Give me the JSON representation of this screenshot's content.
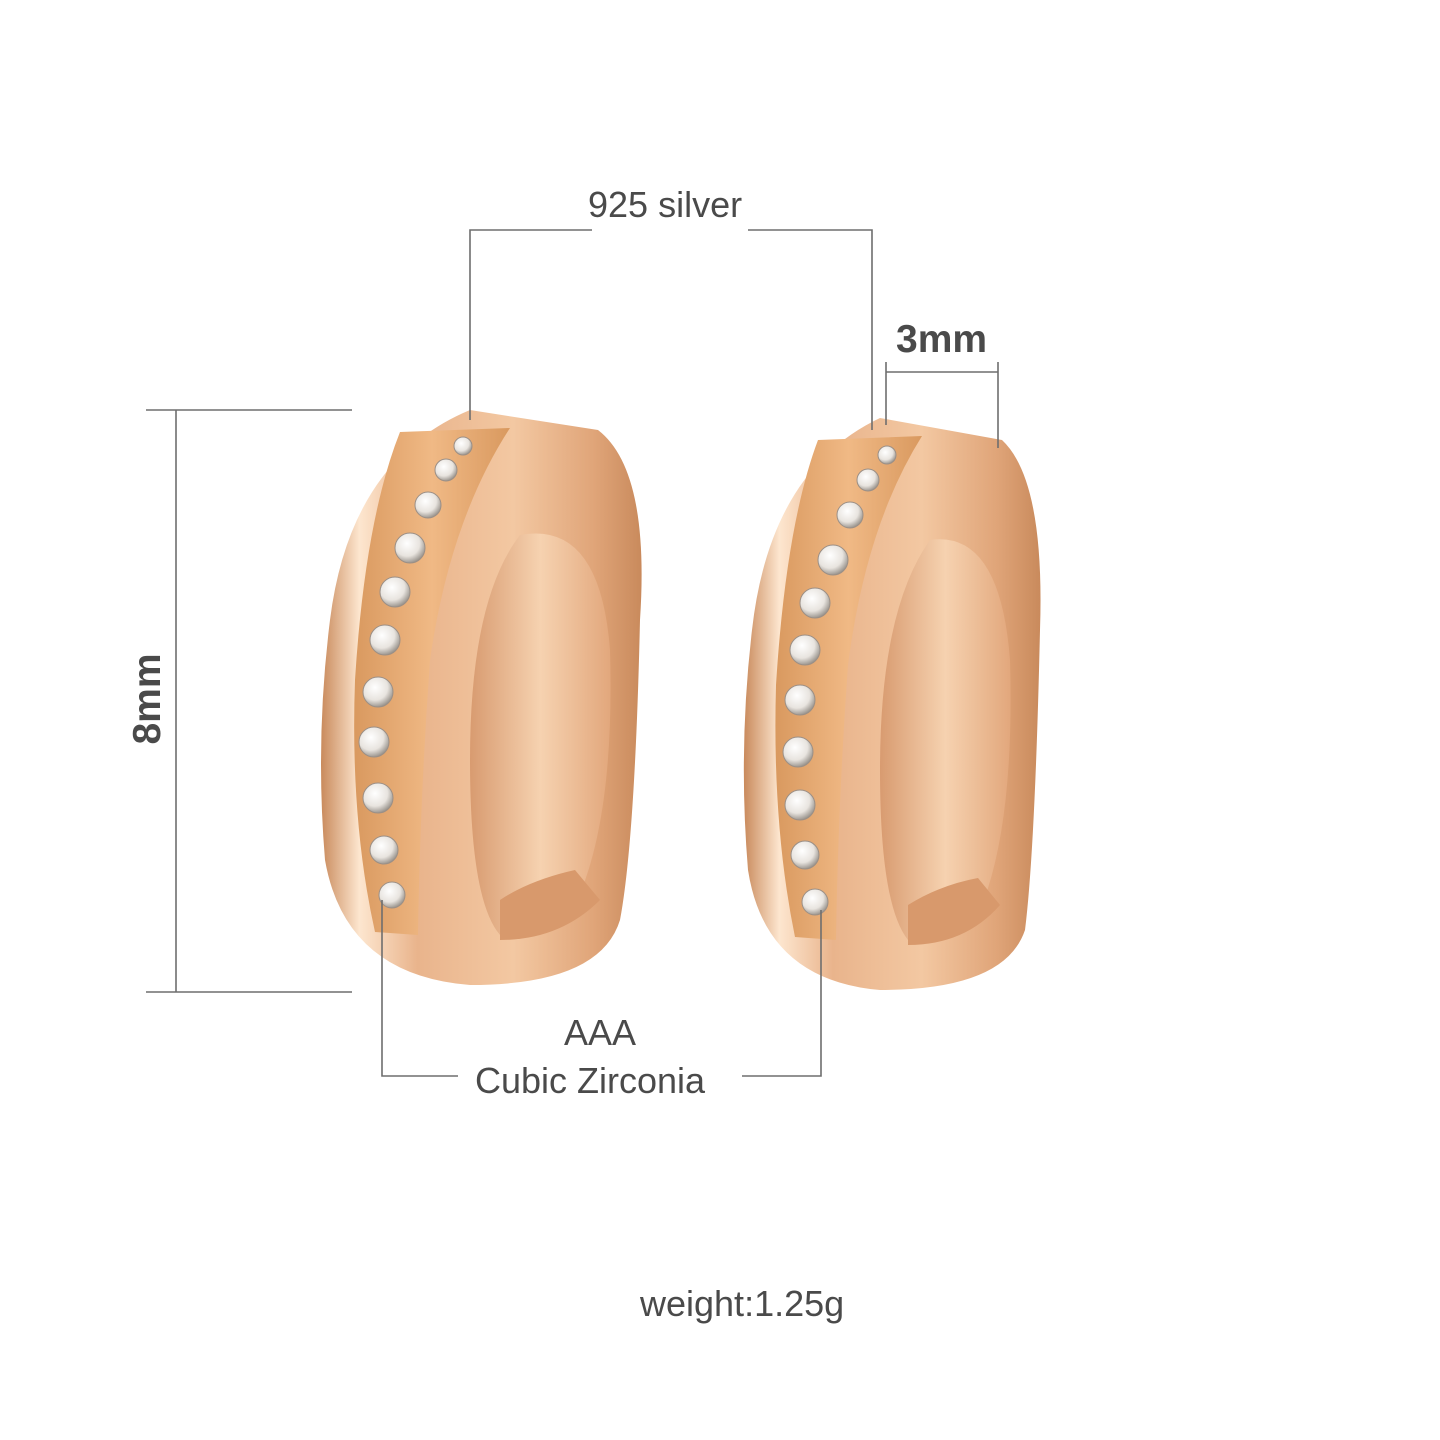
{
  "product": {
    "material_label": "925 silver",
    "width_label": "3mm",
    "height_label": "8mm",
    "stone_grade_label": "AAA",
    "stone_type_label": "Cubic Zirconia",
    "weight_label": "weight:1.25g"
  },
  "colors": {
    "background": "#ffffff",
    "text": "#4a4a4a",
    "callout_line": "#6e6e6e",
    "metal": "#e9b48c",
    "metal_highlight": "#fde6cf",
    "metal_shadow": "#c98a5c"
  }
}
